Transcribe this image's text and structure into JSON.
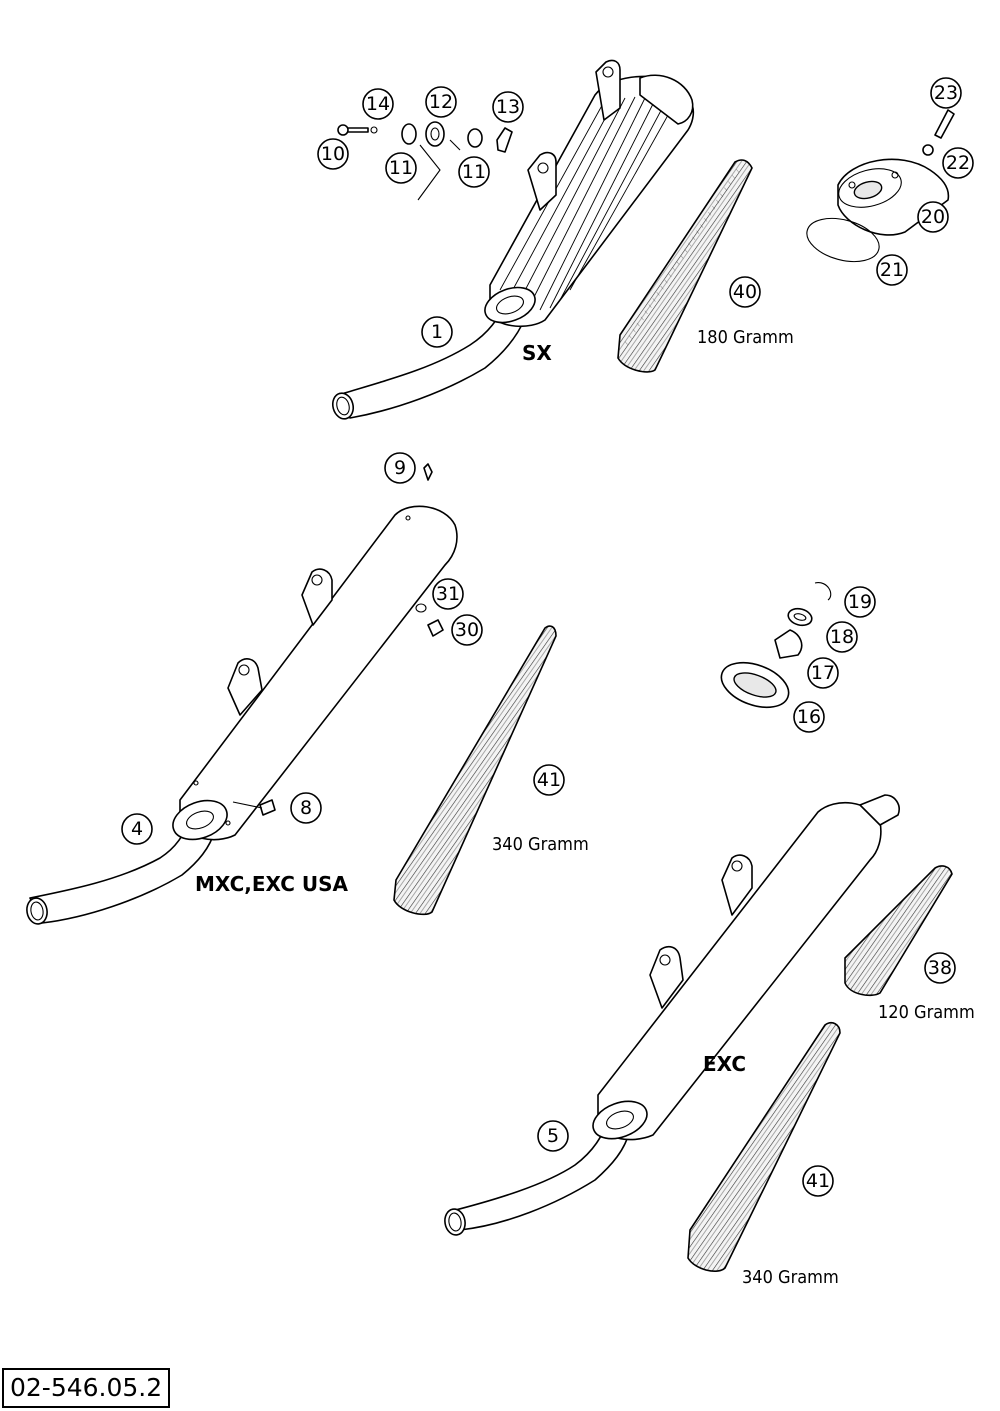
{
  "document_number": "02-546.05.2",
  "variants": {
    "sx": "SX",
    "mxc": "MXC,EXC USA",
    "exc": "EXC"
  },
  "weights": {
    "sx_packing": "180 Gramm",
    "mxc_packing": "340 Gramm",
    "exc_small_packing": "120 Gramm",
    "exc_packing": "340 Gramm"
  },
  "callouts": {
    "c1": "1",
    "c4": "4",
    "c5": "5",
    "c8": "8",
    "c9": "9",
    "c10": "10",
    "c11a": "11",
    "c11b": "11",
    "c12": "12",
    "c13": "13",
    "c14": "14",
    "c16": "16",
    "c17": "17",
    "c18": "18",
    "c19": "19",
    "c20": "20",
    "c21": "21",
    "c22": "22",
    "c23": "23",
    "c30": "30",
    "c31": "31",
    "c38": "38",
    "c40": "40",
    "c41a": "41",
    "c41b": "41"
  }
}
